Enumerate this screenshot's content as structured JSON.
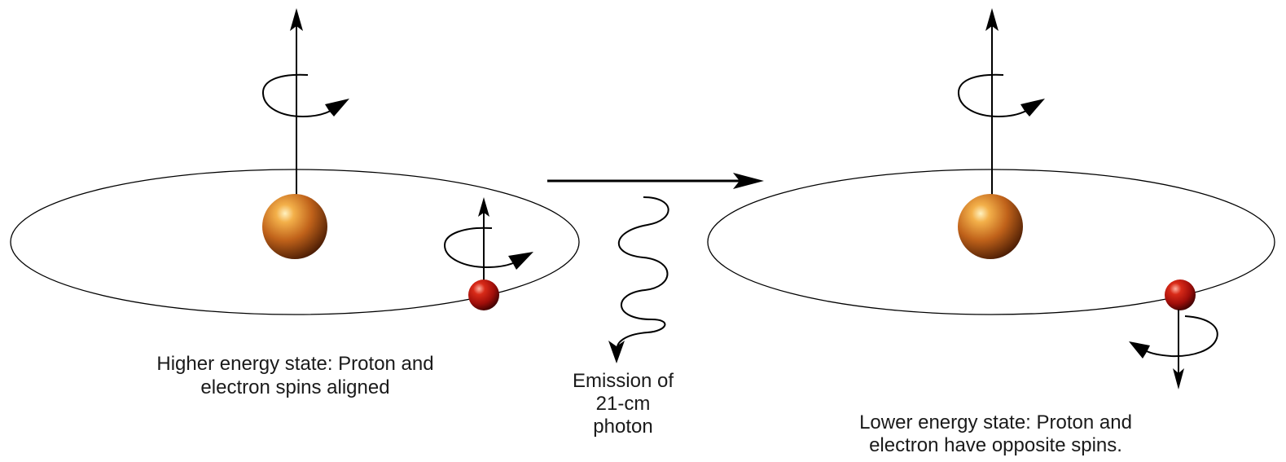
{
  "captions": {
    "high_state": {
      "line1": "Higher energy state:  Proton and",
      "line2": "electron spins aligned"
    },
    "emission": {
      "line1": "Emission of",
      "line2": "21-cm",
      "line3": "photon"
    },
    "low_state": {
      "line1": "Lower energy state:  Proton and",
      "line2": "electron have opposite spins."
    }
  },
  "colors": {
    "proton": "#c8681a",
    "electron": "#b01010",
    "line": "#000000"
  }
}
